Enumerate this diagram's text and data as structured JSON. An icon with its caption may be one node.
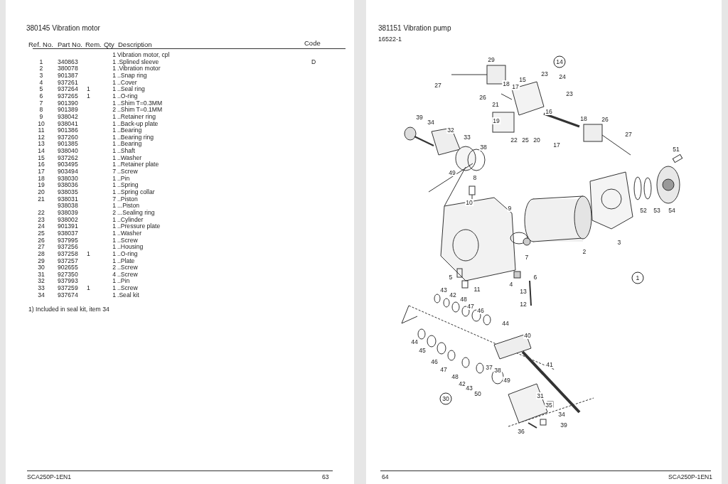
{
  "diagram": {
    "labels": [
      "380145  Vibration motor",
      "Ref. No.",
      "Part No.",
      "Rem.",
      "Qty",
      "Description",
      "Code",
      "1",
      "Vibration motor, cpl",
      "1",
      "340863",
      "1",
      ".Splined sleeve",
      "D",
      "2",
      "380078",
      "1",
      ".Vibration motor",
      "3",
      "901387",
      "1",
      "..Snap ring",
      "4",
      "937261",
      "1",
      "..Cover",
      "5",
      "937264",
      "1",
      "1",
      "..Seal ring",
      "6",
      "937265",
      "1",
      "1",
      "..O-ring",
      "7",
      "901390",
      "1",
      "..Shim T=0.3MM",
      "8",
      "901389",
      "2",
      "..Shim T=0.1MM",
      "9",
      "938042",
      "1",
      "..Retainer ring",
      "10",
      "938041",
      "1",
      "..Back-up plate",
      "11",
      "901386",
      "1",
      "..Bearing",
      "12",
      "937260",
      "1",
      "..Bearing ring",
      "13",
      "901385",
      "1",
      "..Bearing",
      "14",
      "938040",
      "1",
      "..Shaft",
      "15",
      "937262",
      "1",
      "..Washer",
      "16",
      "903495",
      "1",
      "..Retainer plate",
      "17",
      "903494",
      "7",
      "..Screw",
      "18",
      "938030",
      "1",
      "..Pin",
      "19",
      "938036",
      "1",
      "..Spring",
      "20",
      "938035",
      "1",
      "..Spring collar",
      "21",
      "938031",
      "7",
      "..Piston",
      "938038",
      "1",
      "...Piston",
      "22",
      "938039",
      "2",
      "...Sealing ring",
      "23",
      "938002",
      "1",
      "..Cylinder",
      "24",
      "901391",
      "1",
      "..Pressure plate",
      "25",
      "938037",
      "1",
      "..Washer",
      "26",
      "937995",
      "1",
      "..Screw",
      "27",
      "937256",
      "1",
      "..Housing",
      "28",
      "937258",
      "1",
      "1",
      "..O-ring",
      "29",
      "937257",
      "1",
      "..Plate",
      "30",
      "902655",
      "2",
      "..Screw",
      "31",
      "927350",
      "4",
      "..Screw",
      "32",
      "937993",
      "1",
      "..Pin",
      "33",
      "937259",
      "1",
      "1",
      "..Screw",
      "34",
      "937674",
      "1",
      ".Seal kit",
      "1)  Included in seal kit, item 34",
      "SCA250P-1EN1",
      "63",
      "381151  Vibration pump",
      "16522-1",
      "29",
      "14",
      "18",
      "17",
      "15",
      "23",
      "24",
      "27",
      "26",
      "21",
      "23",
      "16",
      "18",
      "26",
      "39",
      "34",
      "32",
      "19",
      "22",
      "25",
      "20",
      "17",
      "27",
      "33",
      "38",
      "51",
      "49",
      "8",
      "10",
      "9",
      "52",
      "53",
      "54",
      "2",
      "3",
      "7",
      "5",
      "6",
      "1",
      "4",
      "43",
      "11",
      "13",
      "42",
      "12",
      "48",
      "47",
      "46",
      "44",
      "40",
      "44",
      "45",
      "46",
      "41",
      "47",
      "48",
      "37",
      "38",
      "42",
      "49",
      "43",
      "50",
      "31",
      "30",
      "35",
      "34",
      "36",
      "39",
      "64",
      "SCA250P-1EN1"
    ]
  }
}
